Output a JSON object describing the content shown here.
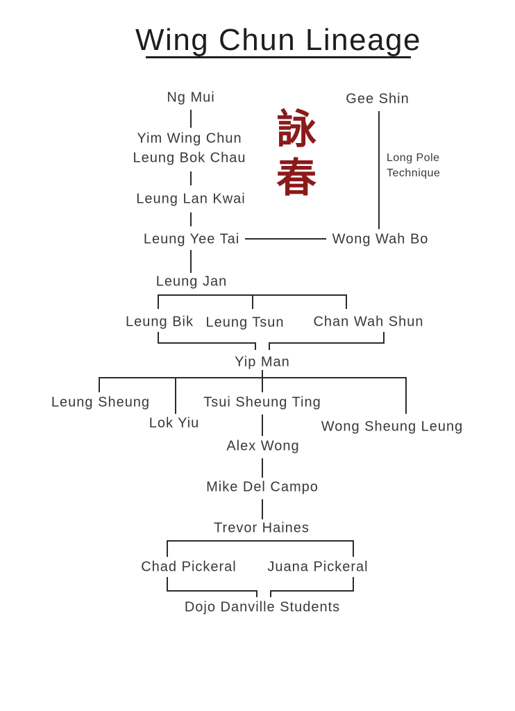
{
  "title": "Wing Chun Lineage",
  "seal": {
    "char_top": "詠",
    "char_bottom": "春",
    "color": "#8b1a1a"
  },
  "annotation": {
    "line1": "Long Pole",
    "line2": "Technique"
  },
  "nodes": {
    "ng_mui": "Ng Mui",
    "yim_wing_chun": "Yim Wing Chun",
    "leung_bok_chau": "Leung Bok Chau",
    "leung_lan_kwai": "Leung Lan Kwai",
    "leung_yee_tai": "Leung Yee Tai",
    "gee_shin": "Gee Shin",
    "wong_wah_bo": "Wong Wah Bo",
    "leung_jan": "Leung Jan",
    "leung_bik": "Leung Bik",
    "leung_tsun": "Leung Tsun",
    "chan_wah_shun": "Chan Wah Shun",
    "yip_man": "Yip Man",
    "leung_sheung": "Leung Sheung",
    "lok_yiu": "Lok Yiu",
    "tsui_sheung_ting": "Tsui Sheung Ting",
    "wong_sheung_leung": "Wong Sheung Leung",
    "alex_wong": "Alex Wong",
    "mike_del_campo": "Mike Del Campo",
    "trevor_haines": "Trevor Haines",
    "chad_pickeral": "Chad Pickeral",
    "juana_pickeral": "Juana Pickeral",
    "dojo_danville_students": "Dojo Danville Students"
  }
}
